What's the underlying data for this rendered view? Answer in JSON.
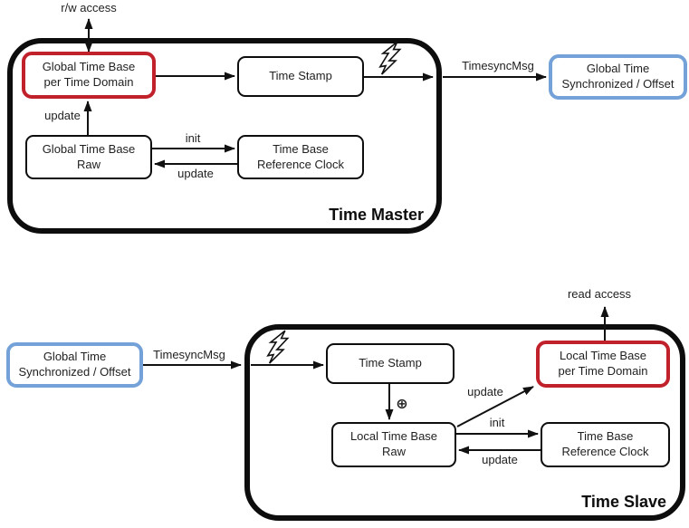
{
  "colors": {
    "red_border": "#c1212b",
    "blue_border": "#74a2d8",
    "box_border": "#0d0d0d",
    "line": "#111111",
    "text": "#1f1f1f"
  },
  "master": {
    "title": "Time Master",
    "rw_access": "r/w access",
    "nodes": {
      "global_time_base_domain": {
        "line1": "Global Time Base",
        "line2": "per Time Domain"
      },
      "time_stamp": {
        "line1": "Time Stamp"
      },
      "global_time_base_raw": {
        "line1": "Global Time Base",
        "line2": "Raw"
      },
      "time_base_reference_clock": {
        "line1": "Time Base",
        "line2": "Reference Clock"
      },
      "global_time_synchronized": {
        "line1": "Global Time",
        "line2": "Synchronized / Offset"
      }
    },
    "edge_labels": {
      "update_raw_to_domain": "update",
      "init": "init",
      "update_clock_to_raw": "update",
      "timesync_msg": "TimesyncMsg"
    }
  },
  "slave": {
    "title": "Time Slave",
    "read_access": "read access",
    "plus_operator": "⊕",
    "nodes": {
      "global_time_synchronized": {
        "line1": "Global Time",
        "line2": "Synchronized / Offset"
      },
      "time_stamp": {
        "line1": "Time Stamp"
      },
      "local_time_base_domain": {
        "line1": "Local Time Base",
        "line2": "per Time Domain"
      },
      "local_time_base_raw": {
        "line1": "Local Time Base",
        "line2": "Raw"
      },
      "time_base_reference_clock": {
        "line1": "Time Base",
        "line2": "Reference Clock"
      }
    },
    "edge_labels": {
      "timesync_msg": "TimesyncMsg",
      "update_raw_to_domain": "update",
      "init": "init",
      "update_clock_to_raw": "update"
    }
  }
}
